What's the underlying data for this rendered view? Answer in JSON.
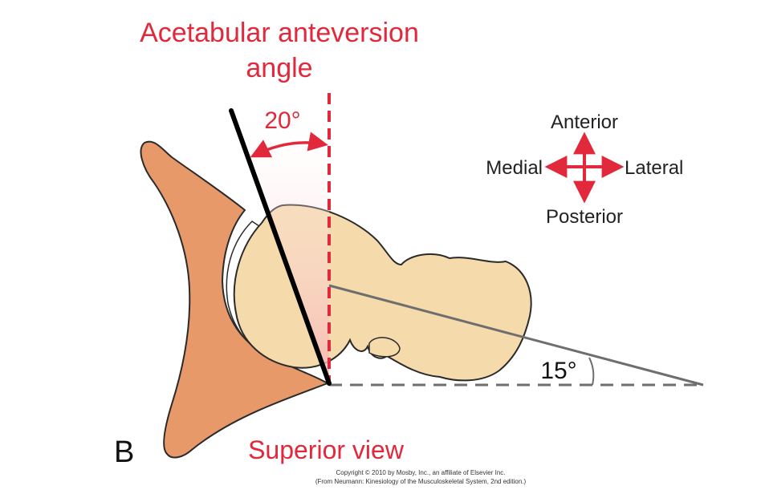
{
  "title_line1": "Acetabular anteversion",
  "title_line2": "angle",
  "anteversion_angle": "20°",
  "femoral_angle": "15°",
  "directions": {
    "anterior": "Anterior",
    "posterior": "Posterior",
    "medial": "Medial",
    "lateral": "Lateral"
  },
  "panel_letter": "B",
  "view_label": "Superior view",
  "copyright_line1": "Copyright © 2010 by Mosby, Inc., an affiliate of Elsevier Inc.",
  "copyright_line2": "(From Neumann: Kinesiology of the Musculoskeletal System, 2nd edition.)",
  "colors": {
    "accent_red": "#e2283b",
    "pelvis": "#e8996a",
    "femur": "#f5dbab",
    "outline": "#2a2a2a",
    "gray_line": "#6e6e6e"
  }
}
